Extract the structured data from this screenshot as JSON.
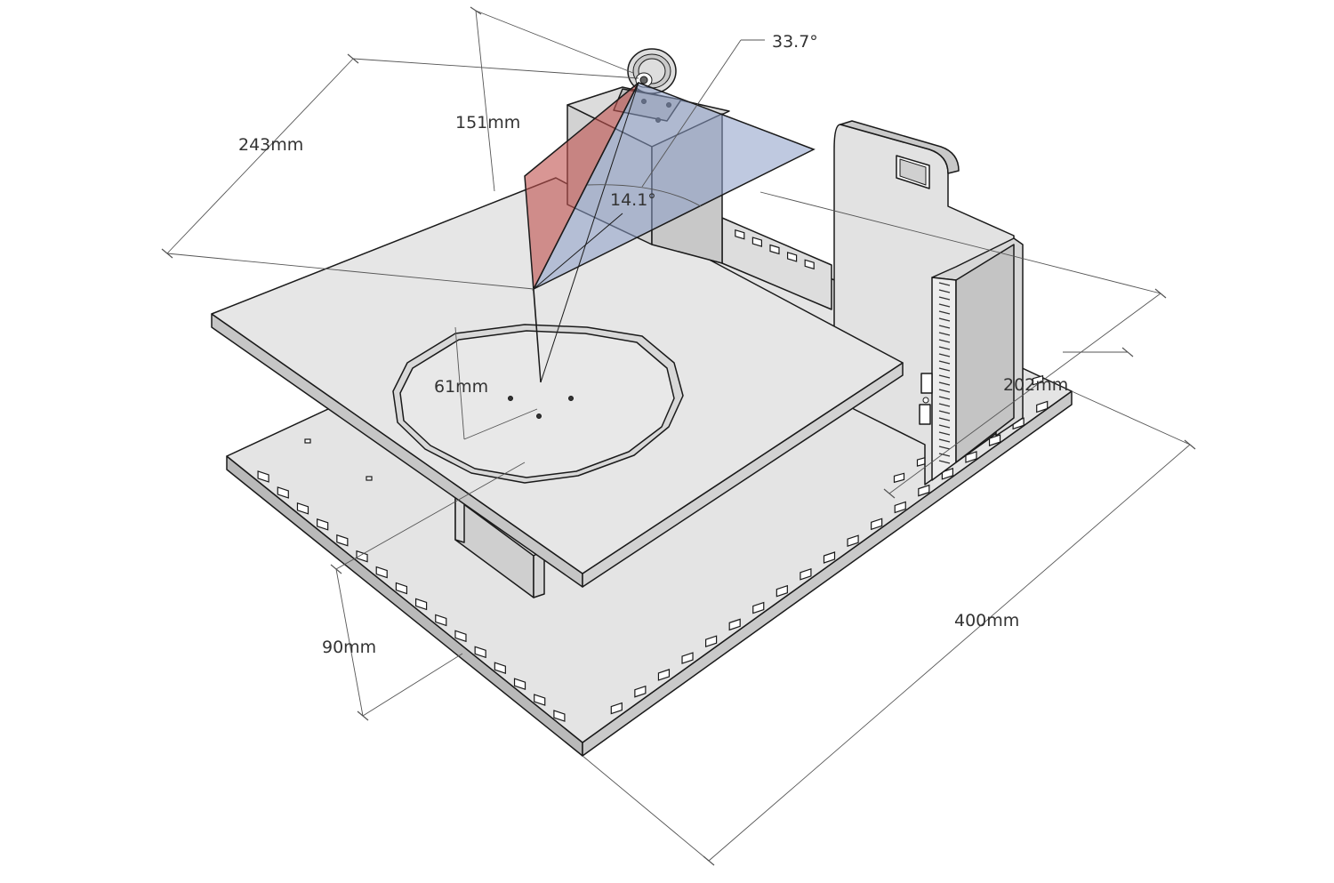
{
  "colors": {
    "panel_face": "#e4e4e4",
    "panel_edge": "#b9b9b9",
    "outline": "#1a1a1a",
    "red_plane": "#c0504d",
    "blue_plane": "#8a9cc6",
    "dimension": "#555555"
  },
  "dimensions": {
    "angle_vertical": "33.7°",
    "angle_horizontal": "14.1°",
    "height_upper": "151mm",
    "depth_upper": "243mm",
    "radius_turntable": "61mm",
    "width_side": "202mm",
    "length_base": "400mm",
    "height_lower": "90mm"
  },
  "icons": {
    "camera": "camera-icon"
  }
}
